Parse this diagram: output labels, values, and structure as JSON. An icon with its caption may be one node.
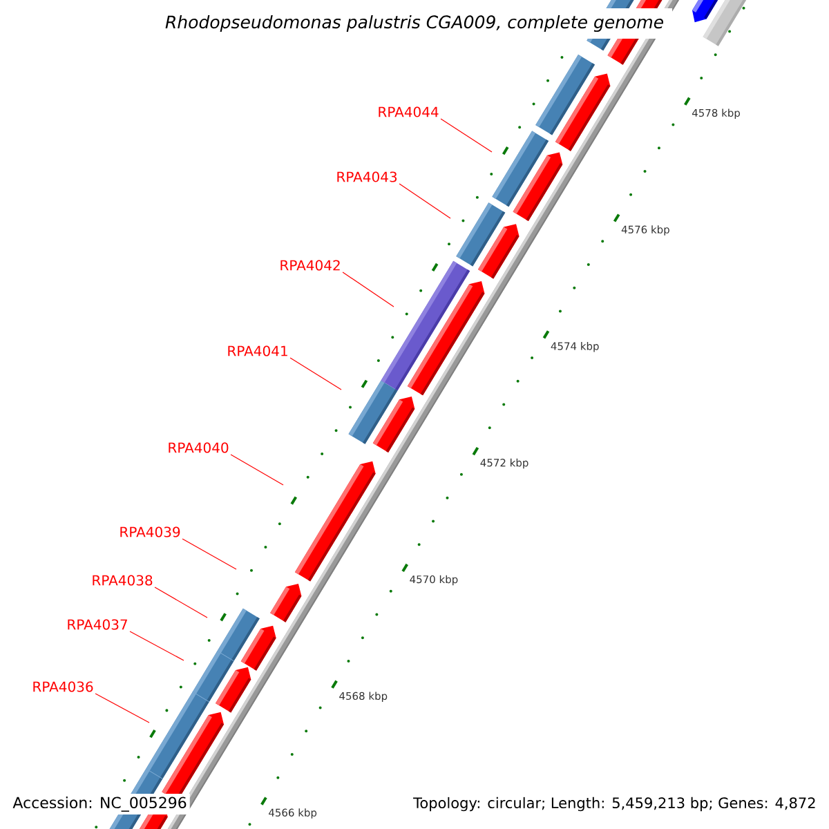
{
  "diagram": {
    "title": "Rhodopseudomonas palustris CGA009, complete genome",
    "nodes": [
      {
        "text": [
          "RPA4044"
        ]
      },
      {
        "text": [
          "RPA4043"
        ]
      },
      {
        "text": [
          "RPA4042"
        ]
      },
      {
        "text": [
          "RPA4041"
        ]
      },
      {
        "text": [
          "RPA4040"
        ]
      },
      {
        "text": [
          "RPA4039"
        ]
      },
      {
        "text": [
          "RPA4038"
        ]
      },
      {
        "text": [
          "RPA4037"
        ]
      },
      {
        "text": [
          "RPA4036"
        ]
      }
    ],
    "edges": [
      {
        "from": 0,
        "to": null,
        "arrow": "none"
      },
      {
        "from": 1,
        "to": null,
        "arrow": "none"
      },
      {
        "from": 2,
        "to": null,
        "arrow": "none"
      },
      {
        "from": 3,
        "to": null,
        "arrow": "none"
      },
      {
        "from": 4,
        "to": null,
        "arrow": "none"
      },
      {
        "from": 5,
        "to": null,
        "arrow": "none"
      },
      {
        "from": 6,
        "to": null,
        "arrow": "none"
      },
      {
        "from": 7,
        "to": null,
        "arrow": "none"
      },
      {
        "from": 8,
        "to": null,
        "arrow": "none"
      }
    ],
    "labels": [
      "4578 kbp",
      "4576 kbp",
      "4574 kbp",
      "4572 kbp",
      "4570 kbp",
      "4568 kbp",
      "4566 kbp",
      "Accession: NC_005296",
      "Topology: circular; Length: 5,459,213 bp; Genes: 4,872"
    ]
  }
}
